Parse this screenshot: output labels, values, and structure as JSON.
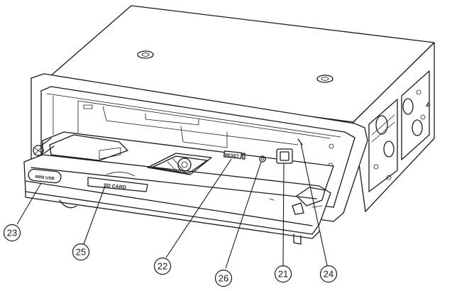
{
  "device_labels": {
    "mini_usb": "MINI USB",
    "sd_card": "SD CARD",
    "reset": "RESET"
  },
  "callouts": [
    {
      "id": "23",
      "label": "23"
    },
    {
      "id": "25",
      "label": "25"
    },
    {
      "id": "22",
      "label": "22"
    },
    {
      "id": "26",
      "label": "26"
    },
    {
      "id": "21",
      "label": "21"
    },
    {
      "id": "24",
      "label": "24"
    }
  ]
}
